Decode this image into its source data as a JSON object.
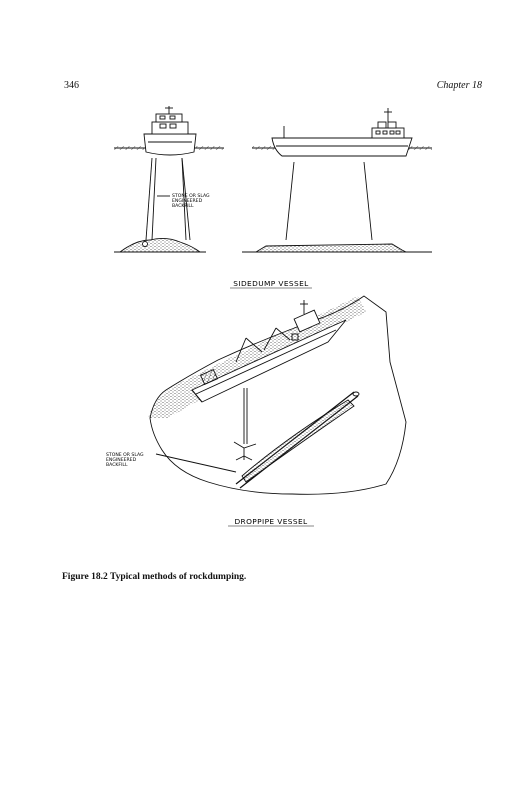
{
  "header": {
    "page_number": "346",
    "running_head": "Chapter 18"
  },
  "figure": {
    "sidedump": {
      "title": "SIDEDUMP VESSEL",
      "label_lines": [
        "STONE OR SLAG",
        "ENGINEERED",
        "BACKFILL"
      ]
    },
    "droppipe": {
      "title": "DROPPIPE VESSEL",
      "label_lines": [
        "STONE OR SLAG",
        "ENGINEERED",
        "BACKFILL"
      ]
    }
  },
  "caption": {
    "text": "Figure 18.2 Typical methods of rockdumping."
  }
}
